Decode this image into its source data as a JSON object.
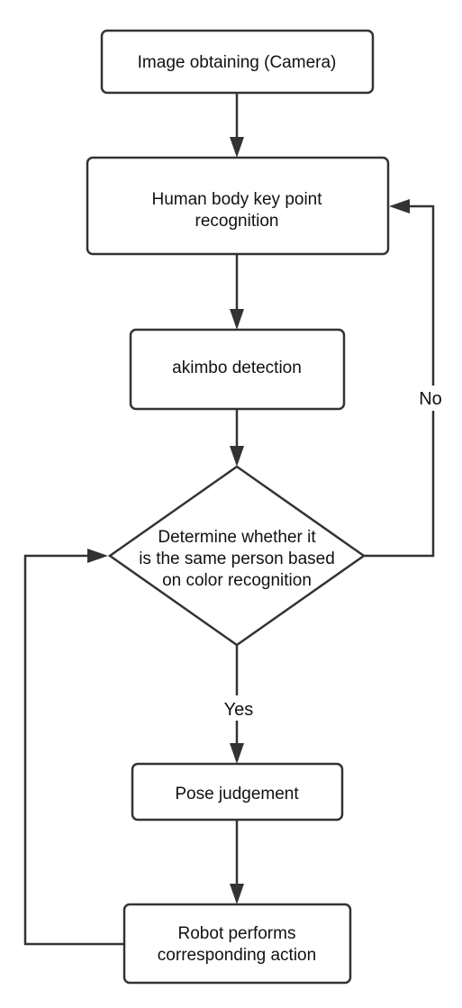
{
  "nodes": {
    "image_obtaining": {
      "lines": [
        "Image obtaining (Camera)"
      ]
    },
    "key_point": {
      "lines": [
        "Human body key point",
        "recognition"
      ]
    },
    "akimbo": {
      "lines": [
        "akimbo detection"
      ]
    },
    "decision": {
      "lines": [
        "Determine whether it",
        "is the same person based",
        "on color recognition"
      ]
    },
    "pose": {
      "lines": [
        "Pose judgement"
      ]
    },
    "robot": {
      "lines": [
        "Robot performs",
        "corresponding action"
      ]
    }
  },
  "edges": {
    "yes_label": "Yes",
    "no_label": "No"
  },
  "colors": {
    "stroke": "#333333",
    "text": "#111111",
    "background": "#ffffff"
  }
}
